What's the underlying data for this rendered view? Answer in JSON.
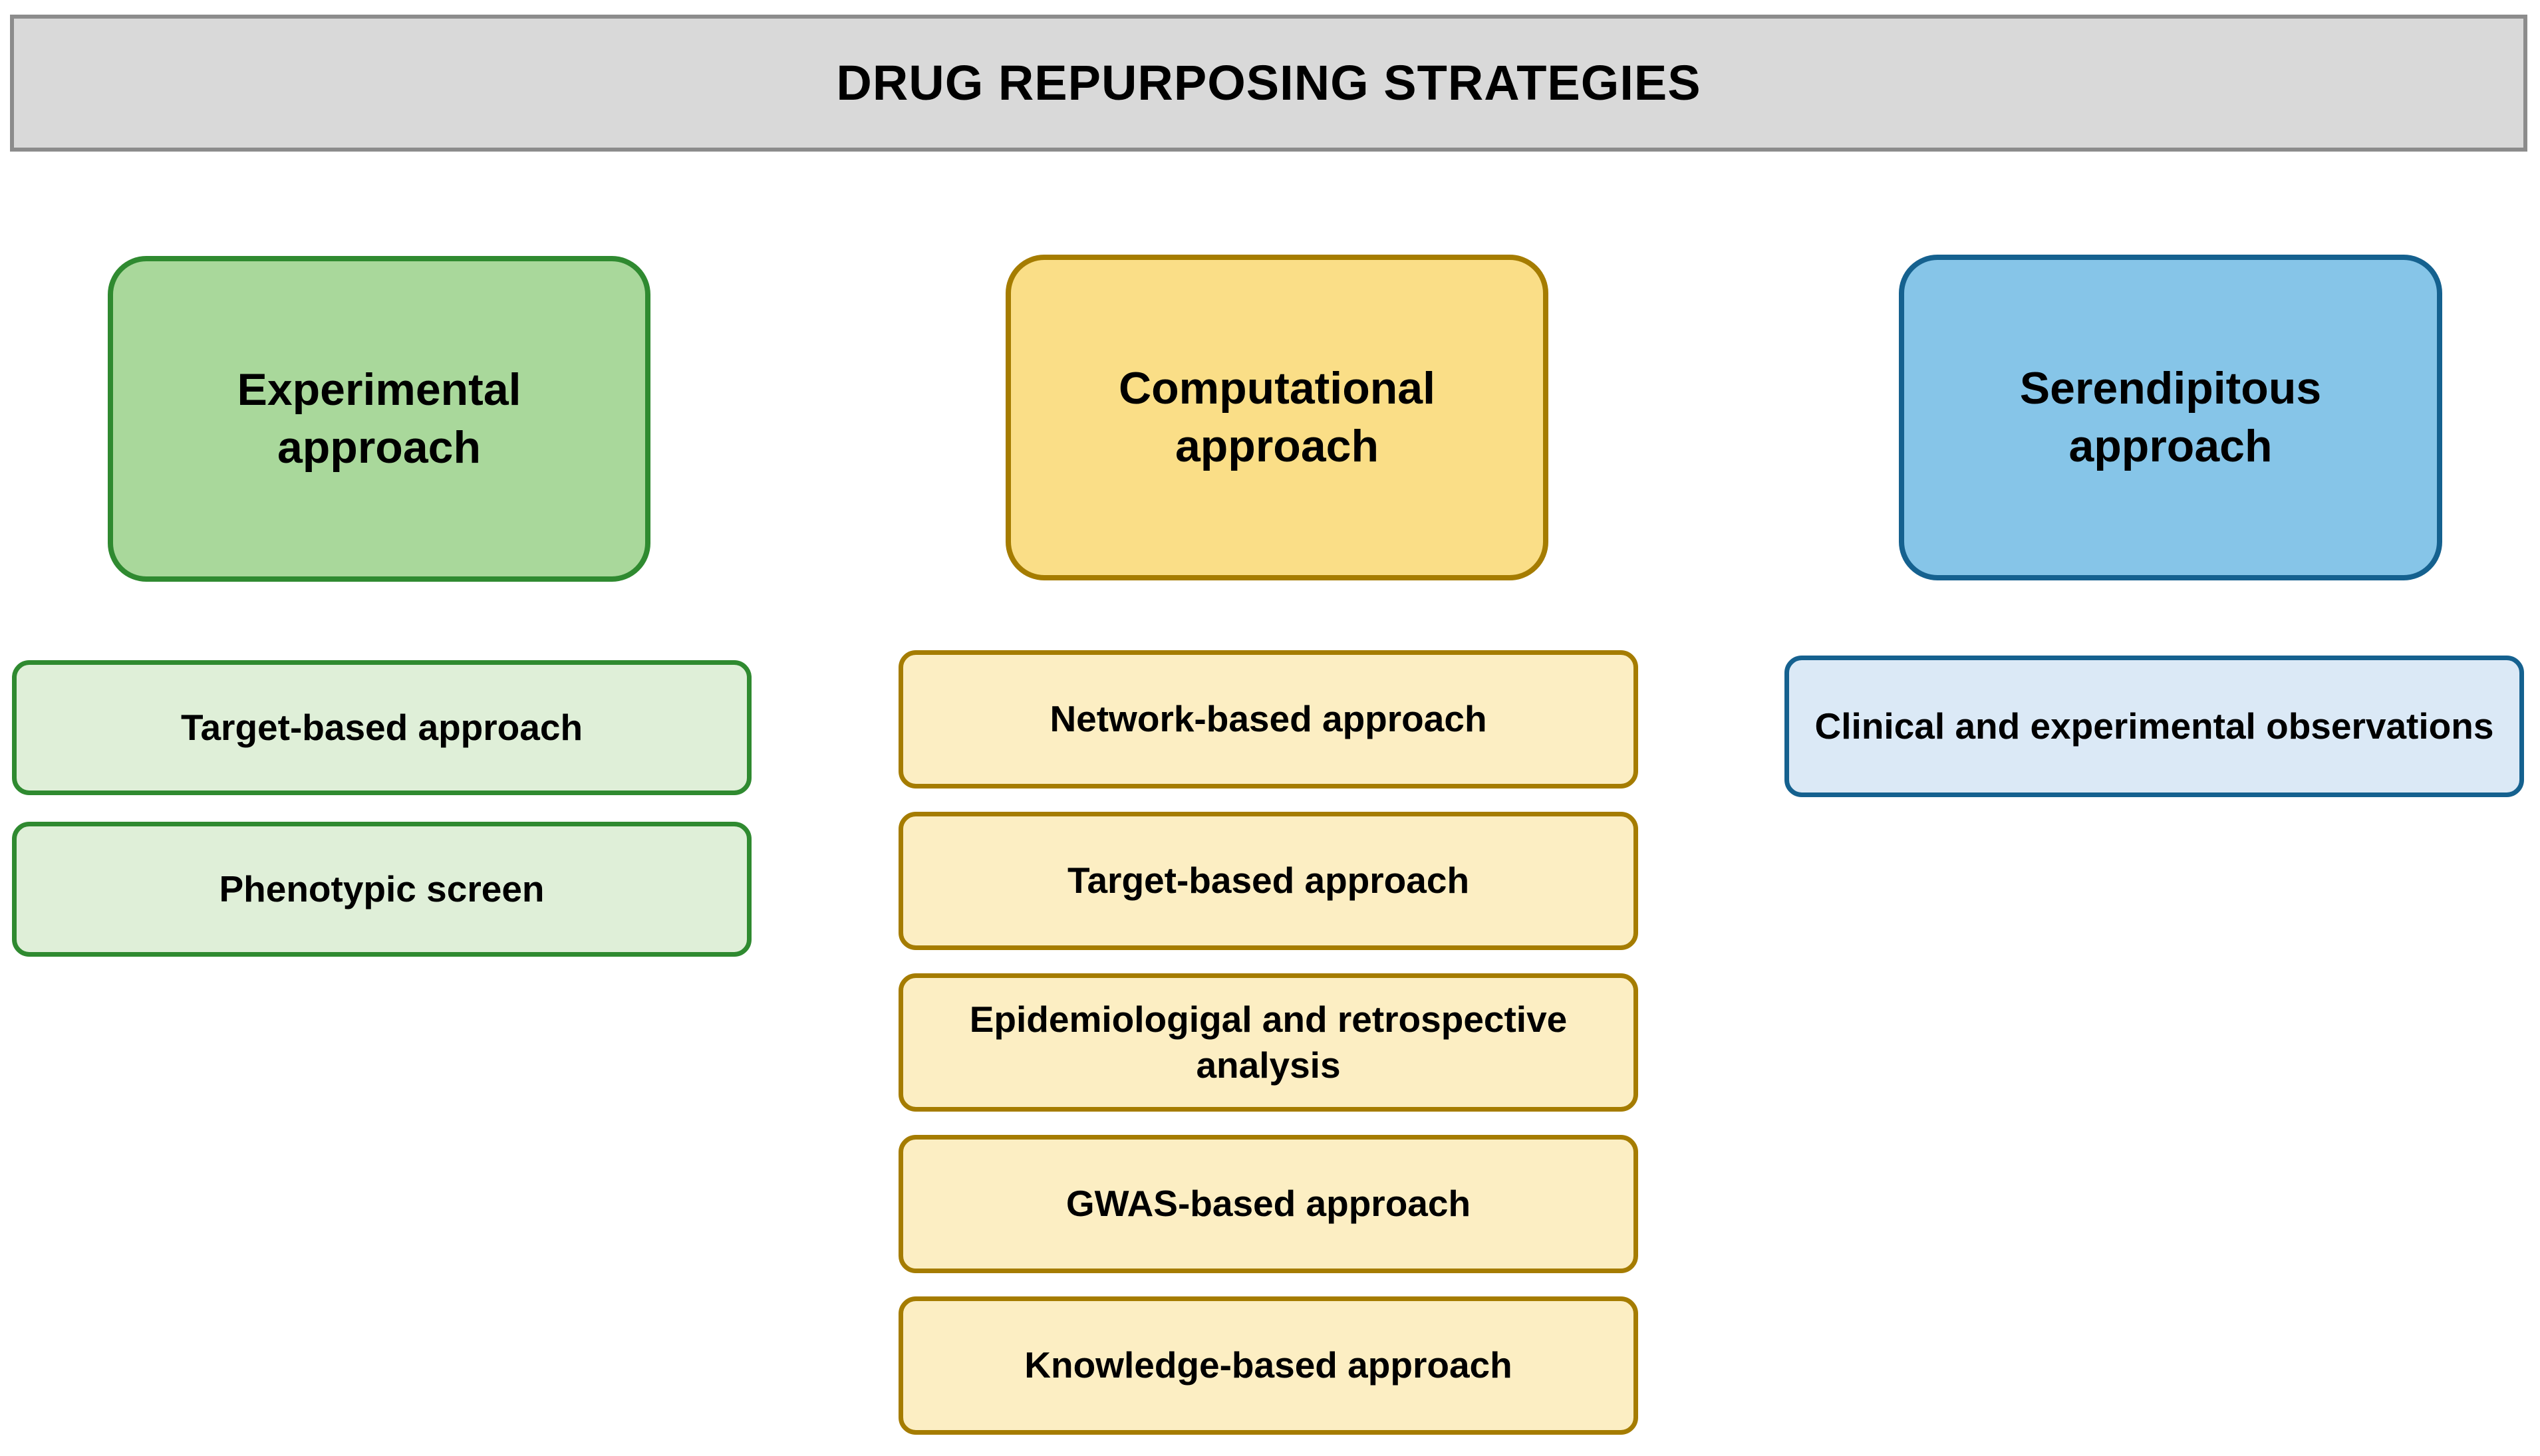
{
  "header": {
    "title": "DRUG REPURPOSING STRATEGIES",
    "background_color": "#D9D9D9",
    "border_color": "#8C8C8C"
  },
  "colors": {
    "green_main_fill": "#A9D89B",
    "green_sub_fill": "#DFEFD8",
    "green_border": "#2F8A30",
    "yellow_main_fill": "#FADE87",
    "yellow_sub_fill": "#FCEEC3",
    "yellow_border": "#A57C00",
    "blue_main_fill": "#86C5E8",
    "blue_sub_fill": "#DBE9F6",
    "blue_border": "#15618F",
    "text_color": "#000000"
  },
  "columns": [
    {
      "id": "experimental",
      "title": "Experimental\napproach",
      "title_line1": "Experimental",
      "title_line2": "approach",
      "items": [
        {
          "label": "Target-based approach"
        },
        {
          "label": "Phenotypic screen"
        }
      ]
    },
    {
      "id": "computational",
      "title": "Computational\napproach",
      "title_line1": "Computational",
      "title_line2": "approach",
      "items": [
        {
          "label": "Network-based approach"
        },
        {
          "label": "Target-based approach"
        },
        {
          "label": "Epidemiologigal and retrospective analysis"
        },
        {
          "label": "GWAS-based approach"
        },
        {
          "label": "Knowledge-based approach"
        }
      ]
    },
    {
      "id": "serendipitous",
      "title": "Serendipitous\napproach",
      "title_line1": "Serendipitous",
      "title_line2": "approach",
      "items": [
        {
          "label": "Clinical and experimental observations"
        }
      ]
    }
  ]
}
